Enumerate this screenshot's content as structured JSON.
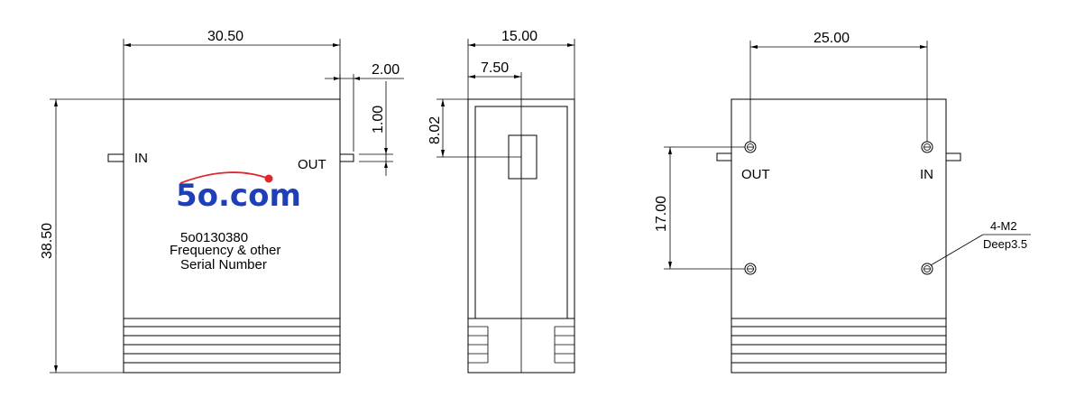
{
  "front_view": {
    "width_dim": "30.50",
    "height_dim": "38.50",
    "pin_len_dim": "2.00",
    "pin_dia_dim": "1.00",
    "in_label": "IN",
    "out_label": "OUT",
    "logo_text": "5o.com",
    "part_number": "5o0130380",
    "freq_text": "Frequency & other",
    "serial_text": "Serial Number"
  },
  "side_view": {
    "width_dim": "15.00",
    "half_dim": "7.50",
    "pin_pos_dim": "8.02"
  },
  "back_view": {
    "hole_spacing_h": "25.00",
    "hole_spacing_v": "17.00",
    "out_label": "OUT",
    "in_label": "IN",
    "screw_spec": "4-M2",
    "screw_depth": "Deep3.5"
  },
  "colors": {
    "logo_blue": "#1f3fb8",
    "logo_red": "#e0262e",
    "line": "#000000"
  }
}
